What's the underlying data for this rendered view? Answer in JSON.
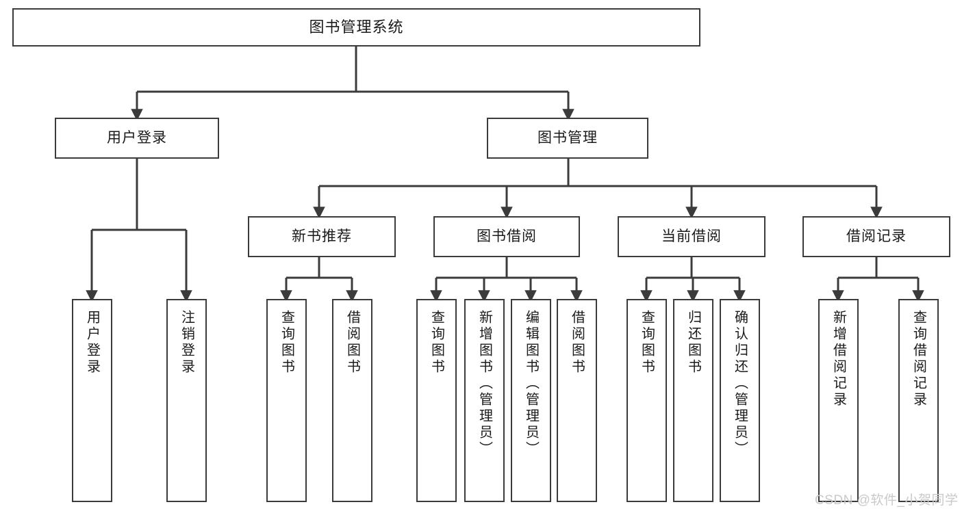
{
  "diagram": {
    "type": "tree-hierarchy-chart",
    "title": "图书管理系统",
    "line_color": "#3b3b3b",
    "box_fill": "#ffffff",
    "text_color": "#1a1a1a",
    "root": {
      "id": "root",
      "label": "图书管理系统"
    },
    "level1": [
      {
        "id": "user-login",
        "label": "用户登录"
      },
      {
        "id": "book-manage",
        "label": "图书管理"
      }
    ],
    "level2": [
      {
        "id": "new-book-recommend",
        "label": "新书推荐",
        "parent": "book-manage"
      },
      {
        "id": "book-borrow",
        "label": "图书借阅",
        "parent": "book-manage"
      },
      {
        "id": "current-borrow",
        "label": "当前借阅",
        "parent": "book-manage"
      },
      {
        "id": "borrow-record",
        "label": "借阅记录",
        "parent": "book-manage"
      }
    ],
    "leaves": [
      {
        "id": "leaf-user-login",
        "label": "用户登录",
        "parent": "user-login"
      },
      {
        "id": "leaf-logout",
        "label": "注销登录",
        "parent": "user-login"
      },
      {
        "id": "leaf-query-book-1",
        "label": "查询图书",
        "parent": "new-book-recommend"
      },
      {
        "id": "leaf-borrow-book-1",
        "label": "借阅图书",
        "parent": "new-book-recommend"
      },
      {
        "id": "leaf-query-book-2",
        "label": "查询图书",
        "parent": "book-borrow"
      },
      {
        "id": "leaf-add-book",
        "label": "新增图书（管理员）",
        "parent": "book-borrow"
      },
      {
        "id": "leaf-edit-book",
        "label": "编辑图书（管理员）",
        "parent": "book-borrow"
      },
      {
        "id": "leaf-borrow-book-2",
        "label": "借阅图书",
        "parent": "book-borrow"
      },
      {
        "id": "leaf-query-book-3",
        "label": "查询图书",
        "parent": "current-borrow"
      },
      {
        "id": "leaf-return-book",
        "label": "归还图书",
        "parent": "current-borrow"
      },
      {
        "id": "leaf-confirm-return",
        "label": "确认归还（管理员）",
        "parent": "current-borrow"
      },
      {
        "id": "leaf-add-record",
        "label": "新增借阅记录",
        "parent": "borrow-record"
      },
      {
        "id": "leaf-query-record",
        "label": "查询借阅记录",
        "parent": "borrow-record"
      }
    ]
  },
  "watermark": {
    "text": "CSDN @软件_小贺同学"
  }
}
